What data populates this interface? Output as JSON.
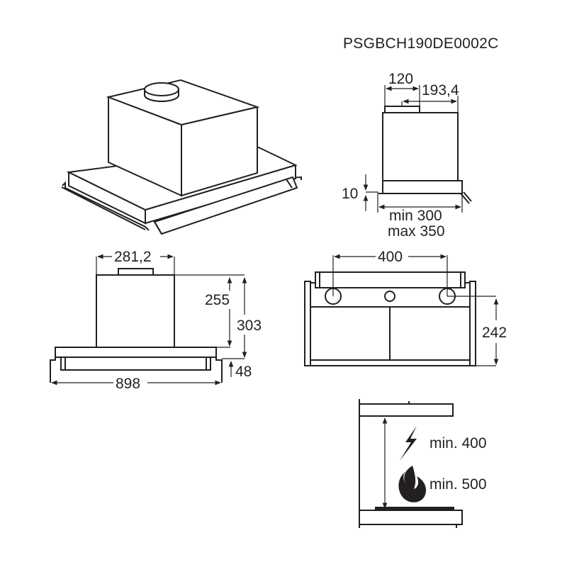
{
  "header": {
    "product_code": "PSGBCH190DE0002C"
  },
  "colors": {
    "line": "#231f20",
    "background": "#ffffff"
  },
  "side_view": {
    "duct_width": "120",
    "depth_offset": "193,4",
    "front_height": "10",
    "depth_min": "min 300",
    "depth_max": "max 350"
  },
  "front_view": {
    "motor_width": "281,2",
    "motor_height": "255",
    "total_height": "303",
    "panel_height": "48",
    "total_width": "898"
  },
  "top_view": {
    "hole_spacing": "400",
    "hole_depth": "242"
  },
  "clearance": {
    "electric_min": "min. 400",
    "gas_min": "min. 500",
    "electric_icon": "lightning-icon",
    "gas_icon": "flame-icon"
  }
}
